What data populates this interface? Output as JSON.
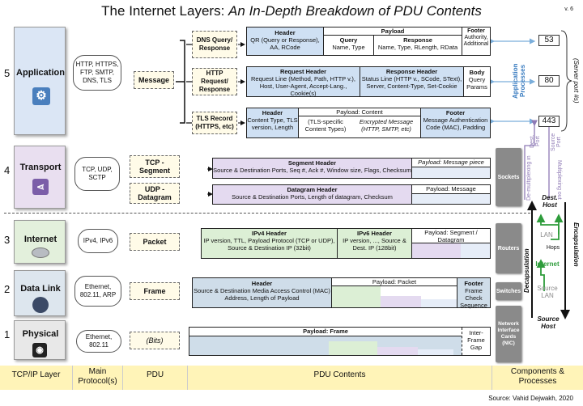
{
  "title_plain": "The Internet Layers: ",
  "title_italic": "An In-Depth Breakdown of PDU Contents",
  "version": "v. 6",
  "source": "Source: Vahid Dejwakh, 2020",
  "columns": [
    "TCP/IP Layer",
    "Main Protocol(s)",
    "PDU",
    "PDU Contents",
    "Components & Processes"
  ],
  "layers": [
    {
      "num": "5",
      "name": "Application",
      "protocols": "HTTP, HTTPS, FTP, SMTP, DNS, TLS",
      "pdu": "Message",
      "color": "#dbe6f5"
    },
    {
      "num": "4",
      "name": "Transport",
      "protocols": "TCP, UDP, SCTP",
      "pdu1": "TCP - Segment",
      "pdu2": "UDP - Datagram",
      "color": "#e9dff0"
    },
    {
      "num": "3",
      "name": "Internet",
      "protocols": "IPv4, IPv6",
      "pdu": "Packet",
      "color": "#e3f0dc"
    },
    {
      "num": "2",
      "name": "Data Link",
      "protocols": "Ethernet, 802.11, ARP",
      "pdu": "Frame",
      "color": "#dde6ee"
    },
    {
      "num": "1",
      "name": "Physical",
      "protocols": "Ethernet, 802.11",
      "pdu": "(Bits)",
      "color": "#e8e8e8"
    }
  ],
  "app": {
    "dns_label": "DNS Query/ Response",
    "dns_header_title": "Header",
    "dns_header_body": "QR (Query or Response), AA, RCode",
    "dns_payload": "Payload",
    "dns_query": "Query",
    "dns_query_body": "Name, Type",
    "dns_response": "Response",
    "dns_response_body": "Name, Type, RLength, RData",
    "dns_footer": "Footer",
    "dns_footer_body": "Authority, Additional",
    "http_label": "HTTP Request/ Response",
    "http_req_title": "Request Header",
    "http_req_body": "Request Line (Method, Path, HTTP v.), Host, User-Agent, Accept-Lang., Cookie(s)",
    "http_resp_title": "Response Header",
    "http_resp_body": "Status Line (HTTP v., SCode, SText), Server, Content-Type, Set-Cookie",
    "http_body_title": "Body",
    "http_body_body": "Query Params",
    "tls_label": "TLS Record (HTTPS, etc)",
    "tls_header_title": "Header",
    "tls_header_body": "Content Type, TLS version, Length",
    "tls_payload": "Payload: Content",
    "tls_specific": "(TLS-specific Content Types)",
    "tls_encrypted": "Encrypted Message (HTTP, SMTP, etc)",
    "tls_footer": "Footer",
    "tls_footer_body": "Message Authentication Code (MAC), Padding",
    "ports": [
      "53",
      "80",
      "443"
    ],
    "app_processes": "Application Processes",
    "server_port": "(Server port #s)"
  },
  "transport": {
    "seg_header": "Segment Header",
    "seg_body": "Source & Destination Ports, Seq #, Ack #, Window size, Flags, Checksum",
    "seg_payload": "Payload: Message piece",
    "dg_header": "Datagram Header",
    "dg_body": "Source & Destination Ports, Length of datagram, Checksum",
    "dg_payload": "Payload: Message"
  },
  "internet": {
    "ipv4_header": "IPv4 Header",
    "ipv4_body": "IP version, TTL, Payload Protocol (TCP or UDP), Source & Destination IP (32bit)",
    "ipv6_header": "IPv6 Header",
    "ipv6_body": "IP version, ..., Source & Dest. IP (128bit)",
    "payload": "Payload: Segment / Datagram"
  },
  "datalink": {
    "header": "Header",
    "header_body": "Source & Destination Media Access Control (MAC) Address, Length of Payload",
    "payload": "Payload: Packet",
    "footer": "Footer",
    "footer_body": "Frame Check Sequence"
  },
  "physical": {
    "payload": "Payload: Frame",
    "gap": "Inter-Frame Gap"
  },
  "components": {
    "sockets": "Sockets",
    "routers": "Routers",
    "switches": "Switches",
    "nic": "Network Interface Cards (NIC)",
    "dest_host": "Dest. Host",
    "dest_port": "Dest. Port",
    "source_port": "Source Port",
    "demux": "De-multiplexing in",
    "mux": "Multiplexing out",
    "lan": "LAN",
    "hops": "Hops",
    "internet": "Internet",
    "source_lan": "Source LAN",
    "source_host": "Source Host",
    "decapsulation": "Decapsulation",
    "encapsulation": "Encapsulation"
  },
  "colors": {
    "app_blue": "#d5e4f5",
    "transport_purple": "#e4daf0",
    "internet_green": "#dcefd5",
    "datalink_blue": "#cfdde9",
    "physical_gray": "#e2e2e2",
    "arrow_green": "#2e9c3b",
    "accent_purple": "#8e7ab5",
    "port_blue": "#7aaedb"
  }
}
